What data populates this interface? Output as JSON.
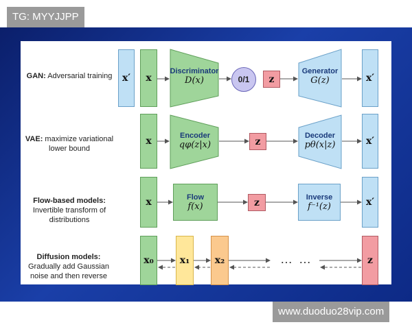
{
  "watermarks": {
    "top_left": "TG: MYYJJPP",
    "bottom_right": "www.duoduo28vip.com"
  },
  "rows": {
    "gan": {
      "label_bold": "GAN:",
      "label_rest": " Adversarial training",
      "x_prime": "x′",
      "x": "x",
      "discriminator": {
        "title": "Discriminator",
        "formula": "D(x)"
      },
      "output": "0/1",
      "z": "z",
      "generator": {
        "title": "Generator",
        "formula": "G(z)"
      },
      "x_prime_out": "x′"
    },
    "vae": {
      "label_bold": "VAE:",
      "label_rest": " maximize variational lower bound",
      "x": "x",
      "encoder": {
        "title": "Encoder",
        "formula": "qφ(z|x)"
      },
      "z": "z",
      "decoder": {
        "title": "Decoder",
        "formula": "pθ(x|z)"
      },
      "x_prime_out": "x′"
    },
    "flow": {
      "label_bold": "Flow-based models:",
      "label_rest": " Invertible transform of distributions",
      "x": "x",
      "flow": {
        "title": "Flow",
        "formula": "f(x)"
      },
      "z": "z",
      "inverse": {
        "title": "Inverse",
        "formula": "f⁻¹(z)"
      },
      "x_prime_out": "x′"
    },
    "diffusion": {
      "label_bold": "Diffusion models:",
      "label_rest": " Gradually add Gaussian noise and then reverse",
      "x0": "x₀",
      "x1": "x₁",
      "x2": "x₂",
      "dots": "… …",
      "z": "z"
    }
  }
}
